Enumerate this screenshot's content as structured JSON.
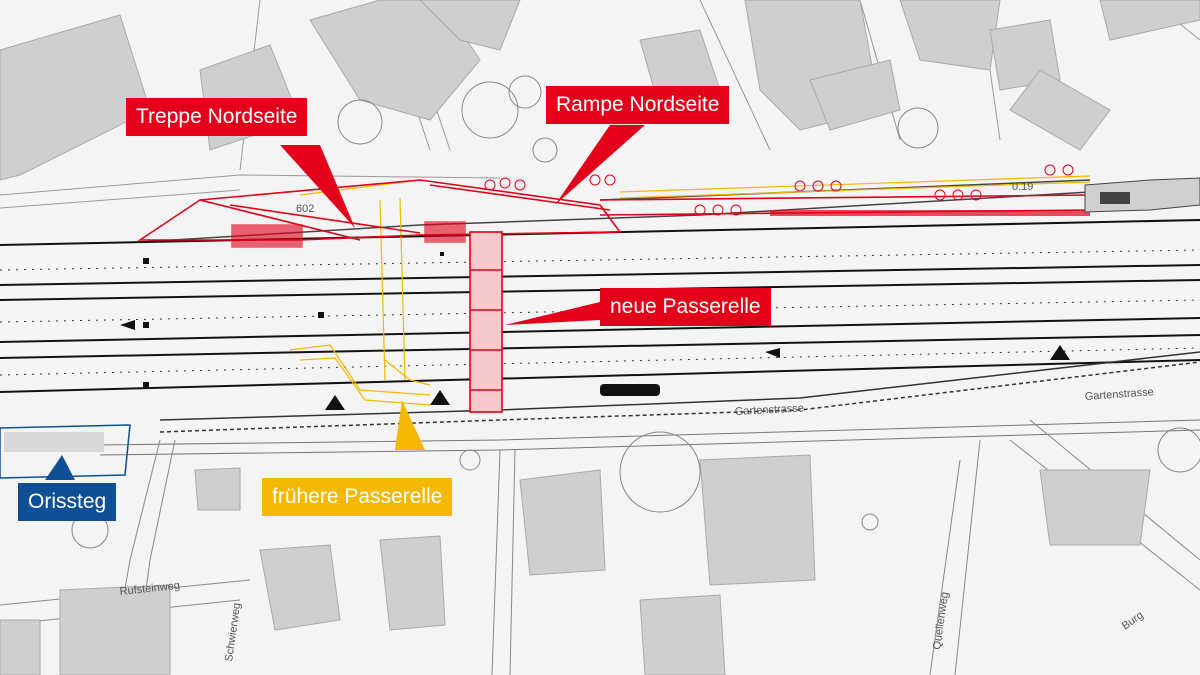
{
  "callouts": {
    "treppe_nordseite": "Treppe Nordseite",
    "rampe_nordseite": "Rampe Nordseite",
    "neue_passerelle": "neue Passerelle",
    "fruehere_passerelle": "frühere Passerelle",
    "orissteg": "Orissteg"
  },
  "streets": {
    "gartenstrasse_1": "Gartenstrasse",
    "gartenstrasse_2": "Gartenstrasse",
    "rufsteinweg": "Rufsteinweg",
    "schwierweg": "Schwierweg",
    "quellenweg": "Quellenweg",
    "burg": "Burg"
  },
  "plan_labels": {
    "elevation_1": "602",
    "elevation_2": "0.19"
  },
  "colors": {
    "new_structure": "#e2001a",
    "former_structure": "#f5b800",
    "orissteg": "#0e4f96",
    "building": "#cfcfcf",
    "track": "#111111"
  }
}
